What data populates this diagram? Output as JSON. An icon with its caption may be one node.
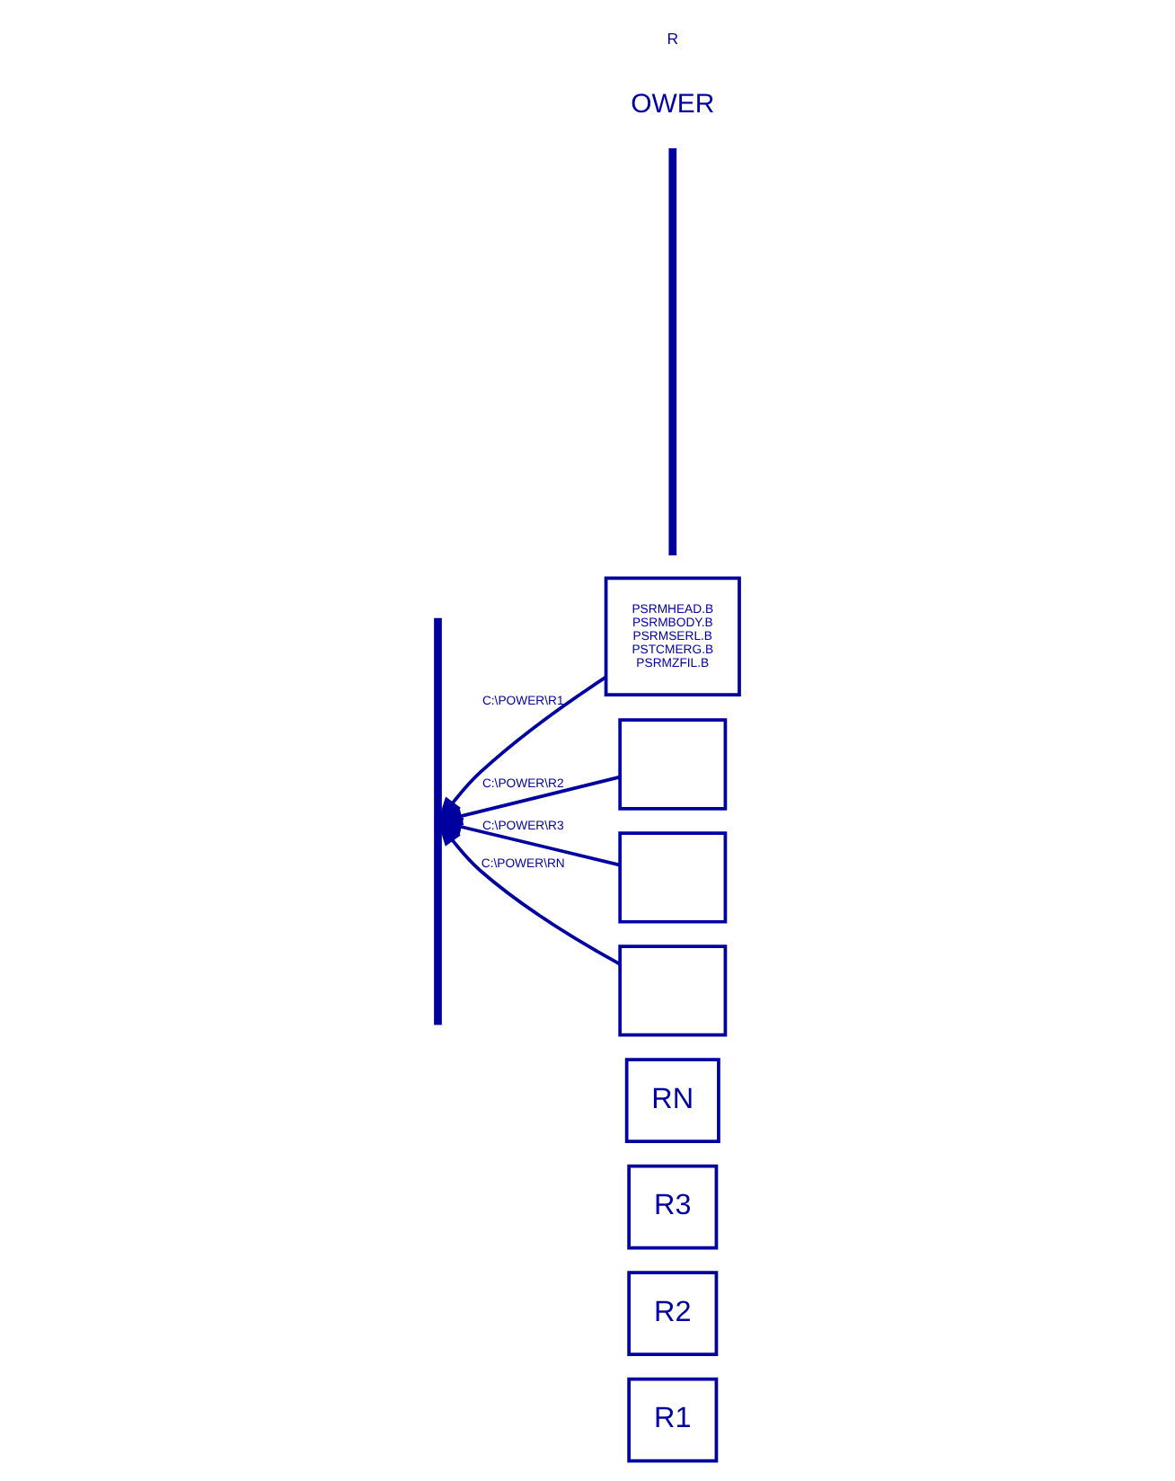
{
  "diagram": {
    "nodes": [
      {
        "text": [
          "R1"
        ]
      },
      {
        "text": [
          "R2"
        ]
      },
      {
        "text": [
          "R3"
        ]
      },
      {
        "text": [
          "RN"
        ]
      },
      {
        "text": [
          "PSRMHEAD.B",
          "PSRMBODY.B",
          "PSRMSERL.B",
          "PSTCMERG.B",
          "PSRMZFIL.B"
        ]
      },
      {
        "text": [],
        "shape": "box"
      },
      {
        "text": [],
        "shape": "box"
      },
      {
        "text": [],
        "shape": "box"
      },
      {
        "text": [],
        "shape": "bar"
      },
      {
        "text": [],
        "shape": "bar"
      }
    ],
    "edges": [
      {
        "from": 4,
        "to": 8,
        "arrow": "to",
        "label": "C:\\POWER\\R1"
      },
      {
        "from": 5,
        "to": 8,
        "arrow": "to",
        "label": "C:\\POWER\\R2"
      },
      {
        "from": 6,
        "to": 8,
        "arrow": "to",
        "label": "C:\\POWER\\R3"
      },
      {
        "from": 7,
        "to": 8,
        "arrow": "to",
        "label": "C:\\POWER\\RN"
      }
    ],
    "labels": [
      "OWER",
      "R"
    ]
  }
}
